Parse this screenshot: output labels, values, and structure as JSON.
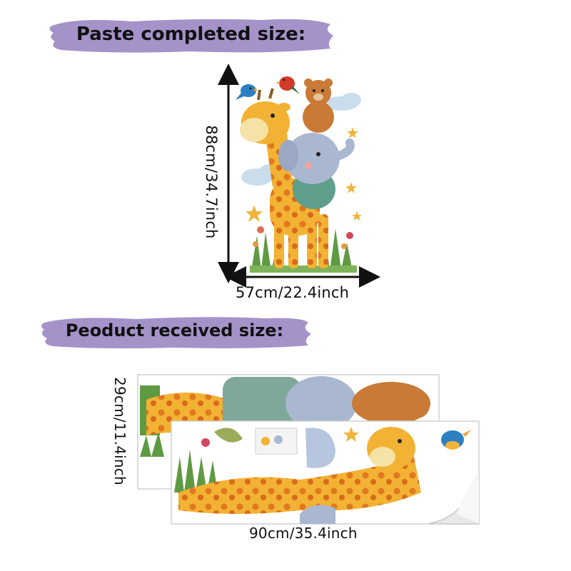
{
  "colors": {
    "banner": "#a592c9",
    "giraffe_body": "#f2b233",
    "giraffe_spot": "#e0781f",
    "elephant": "#aab7d0",
    "bear": "#c97a36",
    "grass": "#5f9a43",
    "bird_blue": "#2e7fc1",
    "bird_red": "#d33a2a",
    "cloud": "#c9ddec",
    "star": "#f0b43a"
  },
  "completed": {
    "banner_label": "Paste completed size:",
    "height_label": "88cm/34.7inch",
    "width_label": "57cm/22.4inch"
  },
  "received": {
    "banner_label": "Peoduct received size:",
    "height_label": "29cm/11.4inch",
    "width_label": "90cm/35.4inch"
  },
  "icons": [
    "arrow-icon",
    "giraffe-icon",
    "elephant-icon",
    "bear-icon",
    "bird-icon",
    "star-icon",
    "cloud-icon",
    "flower-icon"
  ]
}
